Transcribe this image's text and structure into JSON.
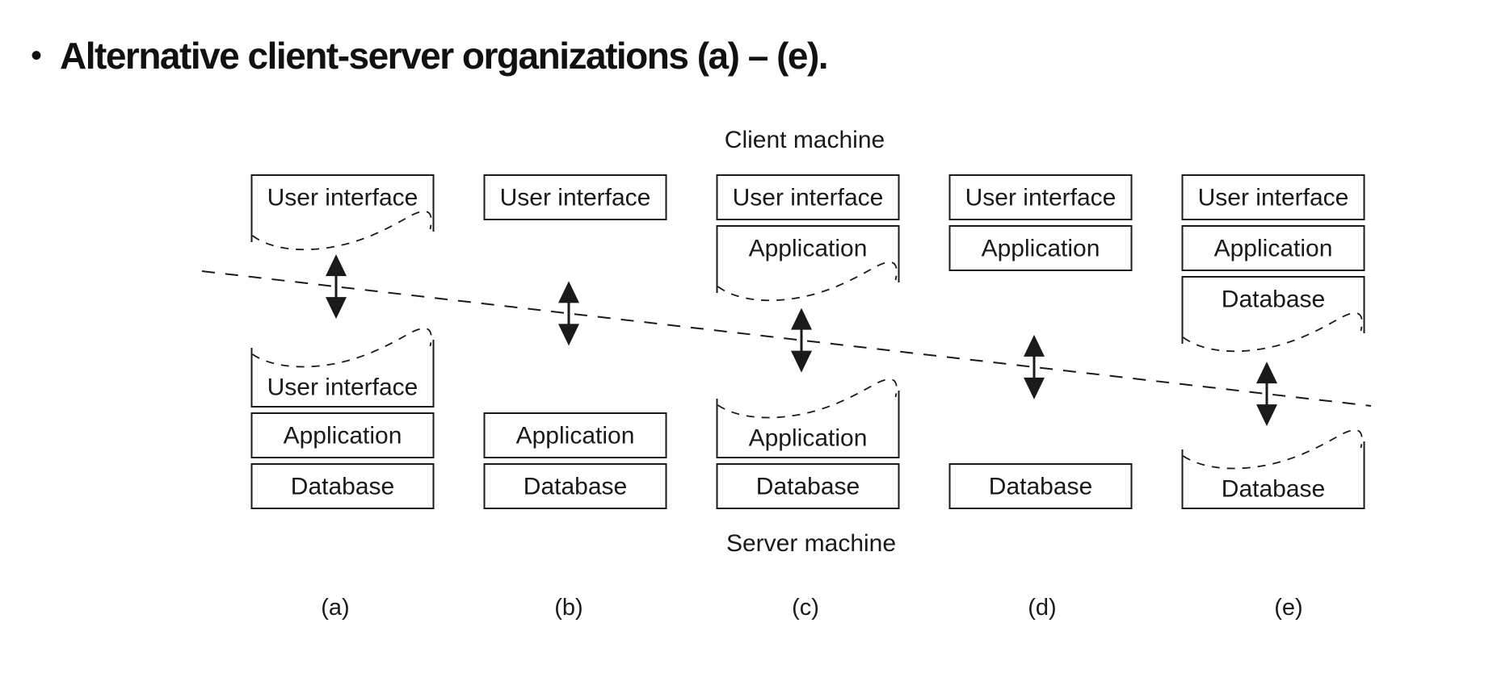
{
  "slide": {
    "bullet": "•",
    "title": "Alternative client-server organizations (a) – (e)."
  },
  "diagram": {
    "client_label": "Client machine",
    "server_label": "Server machine",
    "ink_color": "#1a1a1a",
    "background_color": "#ffffff",
    "columns": [
      {
        "letter": "(a)",
        "client": [
          {
            "label": "User interface",
            "torn": "bottom"
          }
        ],
        "server": [
          {
            "label": "User interface",
            "torn": "top"
          },
          {
            "label": "Application"
          },
          {
            "label": "Database"
          }
        ]
      },
      {
        "letter": "(b)",
        "client": [
          {
            "label": "User interface"
          }
        ],
        "server": [
          {
            "label": "Application"
          },
          {
            "label": "Database"
          }
        ]
      },
      {
        "letter": "(c)",
        "client": [
          {
            "label": "User interface"
          },
          {
            "label": "Application",
            "torn": "bottom"
          }
        ],
        "server": [
          {
            "label": "Application",
            "torn": "top"
          },
          {
            "label": "Database"
          }
        ]
      },
      {
        "letter": "(d)",
        "client": [
          {
            "label": "User interface"
          },
          {
            "label": "Application"
          }
        ],
        "server": [
          {
            "label": "Database"
          }
        ]
      },
      {
        "letter": "(e)",
        "client": [
          {
            "label": "User interface"
          },
          {
            "label": "Application"
          },
          {
            "label": "Database",
            "torn": "bottom"
          }
        ],
        "server": [
          {
            "label": "Database",
            "torn": "top"
          }
        ]
      }
    ]
  }
}
